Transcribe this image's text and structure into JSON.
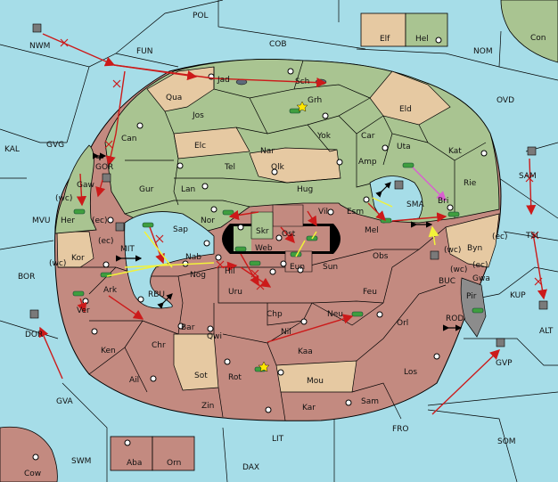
{
  "colors": {
    "sea": "#a6dde8",
    "green": "#a9c491",
    "red": "#c38a80",
    "tan": "#e6c9a2",
    "gray": "#8c8c8c",
    "order_arrow": "#cc1a1a",
    "support": "#f2f23a",
    "convoy": "#d95fd0"
  },
  "labels": {
    "POL": "POL",
    "COB": "COB",
    "NOM": "NOM",
    "Con": "Con",
    "Elf": "Elf",
    "Hel": "Hel",
    "NWM": "NWM",
    "FUN": "FUN",
    "OVD": "OVD",
    "KAL": "KAL",
    "GVG": "GVG",
    "Jad": "Jad",
    "Sch": "Sch",
    "Qua": "Qua",
    "Grh": "Grh",
    "Jos": "Jos",
    "Eld": "Eld",
    "Can": "Can",
    "Yok": "Yok",
    "Car": "Car",
    "Uta": "Uta",
    "Kat": "Kat",
    "Elc": "Elc",
    "Nar": "Nar",
    "Amp": "Amp",
    "GOR": "GOR",
    "Tel": "Tel",
    "Olk": "Olk",
    "Rie": "Rie",
    "Gaw": "Gaw",
    "Gur": "Gur",
    "Lan": "Lan",
    "Hug": "Hug",
    "SAM": "SAM",
    "wc1": "(wc)",
    "Her": "Her",
    "ec1": "(ec)",
    "MVU": "MVU",
    "Nor": "Nor",
    "Skr": "Skr",
    "Vil": "Vil",
    "Esm": "Esm",
    "SMA": "SMA",
    "Bri": "Bri",
    "Sap": "Sap",
    "Web": "Web",
    "Ost": "Ost",
    "Mel": "Mel",
    "ec2": "(ec)",
    "TSI": "TSI",
    "Kor": "Kor",
    "ec3": "(ec)",
    "MIT": "MIT",
    "Nab": "Nab",
    "Eun": "Eun",
    "Obs": "Obs",
    "wc2": "(wc)",
    "Byn": "Byn",
    "ec4": "(ec)",
    "BOR": "BOR",
    "wc3": "(wc)",
    "Hil": "Hil",
    "Sun": "Sun",
    "wc4": "(wc)",
    "Gwa": "Gwa",
    "KUP": "KUP",
    "Nog": "Nog",
    "BUC": "BUC",
    "Ark": "Ark",
    "RBU": "RBU",
    "Uru": "Uru",
    "Feu": "Feu",
    "Pir": "Pir",
    "Ver": "Ver",
    "Chp": "Chp",
    "Neu": "Neu",
    "Orl": "Orl",
    "ROD": "ROD",
    "Bar": "Bar",
    "ALT": "ALT",
    "DOR": "DOR",
    "Qwi": "Qwi",
    "Nil": "Nil",
    "Chr": "Chr",
    "Ken": "Ken",
    "Kaa": "Kaa",
    "GVP": "GVP",
    "Rot": "Rot",
    "Sot": "Sot",
    "Mou": "Mou",
    "Ail": "Ail",
    "Los": "Los",
    "GVA": "GVA",
    "Zin": "Zin",
    "Kar": "Kar",
    "Sam": "Sam",
    "FRO": "FRO",
    "LIT": "LIT",
    "SOM": "SOM",
    "SWM": "SWM",
    "Aba": "Aba",
    "Orn": "Orn",
    "DAX": "DAX",
    "Cow": "Cow"
  }
}
